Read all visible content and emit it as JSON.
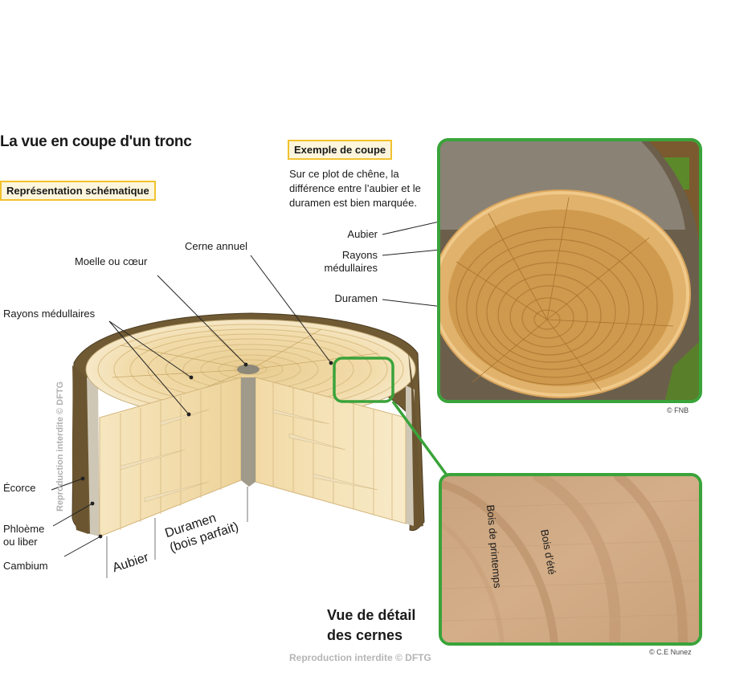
{
  "title": "La vue en coupe d'un tronc",
  "schema": {
    "tag": "Représentation schématique",
    "labels": {
      "cerne_annuel": "Cerne annuel",
      "moelle": "Moelle ou cœur",
      "rayons": "Rayons médullaires",
      "ecorce": "Écorce",
      "phloeme": "Phloème\nou liber",
      "cambium": "Cambium",
      "aubier": "Aubier",
      "duramen_1": "Duramen",
      "duramen_2": "(bois parfait)"
    },
    "watermark_vertical": "Reproduction interdite © DFTG"
  },
  "example": {
    "tag": "Exemple de coupe",
    "intro": "Sur ce plot de chêne, la différence entre l’aubier et le duramen est bien marquée.",
    "labels": {
      "aubier": "Aubier",
      "rayons": "Rayons\nmédullaires",
      "duramen": "Duramen"
    },
    "credit": "© FNB"
  },
  "detail": {
    "title_line1": "Vue de détail",
    "title_line2": "des cernes",
    "bois_printemps": "Bois de printemps",
    "bois_ete": "Bois d’été",
    "credit": "© C.E Nunez",
    "watermark": "Reproduction interdite © DFTG"
  },
  "colors": {
    "frame_green": "#3aa33a",
    "tag_border": "#f2c22e",
    "wood_light": "#f3dfae",
    "wood_mid": "#e8c887",
    "bark": "#6f5a34"
  }
}
